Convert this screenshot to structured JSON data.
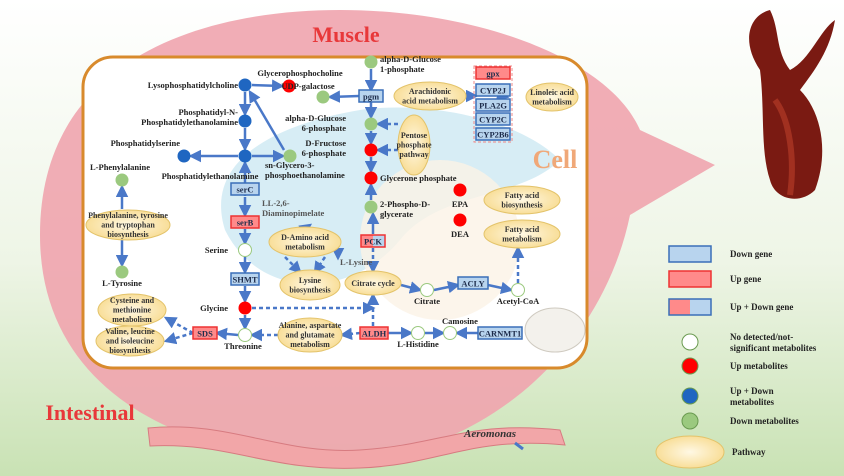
{
  "titles": {
    "muscle": "Muscle",
    "cell": "Cell",
    "intestinal": "Intestinal",
    "aeromonas": "Aeromonas"
  },
  "colors": {
    "up": "#ff0000",
    "down": "#9bc97f",
    "updown": "#1f66c1",
    "none": "#ffffff",
    "gene_up": "#ff8a8a",
    "gene_down": "#b8d4ee",
    "pathway": "#fbe3a0",
    "muscle_bg": "#efa4ae",
    "panel_border": "#d88a2c",
    "edge": "#4a78c8"
  },
  "metabolites": [
    {
      "label": [
        "Lysophosphatidylcholine"
      ],
      "status": "updown"
    },
    {
      "label": [
        "Glycerophosphocholine"
      ],
      "status": "up"
    },
    {
      "label": [
        "Phosphatidyl-N-",
        "Phosphatidylethanolamine"
      ],
      "status": "updown"
    },
    {
      "label": [
        "Phosphatidylserine"
      ],
      "status": "updown"
    },
    {
      "label": [
        "Phosphatidylethanolamine"
      ],
      "status": "updown"
    },
    {
      "label": [
        "sn-Glycero-3-",
        "phosphoethanolamine"
      ],
      "status": "down"
    },
    {
      "label": [
        "L-Phenylalanine"
      ],
      "status": "down"
    },
    {
      "label": [
        "L-Tyrosine"
      ],
      "status": "down"
    },
    {
      "label": [
        "UDP-galactose"
      ],
      "status": "down"
    },
    {
      "label": [
        "alpha-D-Glucose",
        "1-phosphate"
      ],
      "status": "down"
    },
    {
      "label": [
        "alpha-D-Glucose",
        "6-phosphate"
      ],
      "status": "down"
    },
    {
      "label": [
        "D-Fructose",
        "6-phosphate"
      ],
      "status": "up"
    },
    {
      "label": [
        "Glycerone phosphate"
      ],
      "status": "up"
    },
    {
      "label": [
        "2-Phospho-D-",
        "glycerate"
      ],
      "status": "down"
    },
    {
      "label": [
        "EPA"
      ],
      "status": "up"
    },
    {
      "label": [
        "DEA"
      ],
      "status": "up"
    },
    {
      "label": [
        "Serine"
      ],
      "status": "none"
    },
    {
      "label": [
        "Glycine"
      ],
      "status": "up"
    },
    {
      "label": [
        "Threonine"
      ],
      "status": "none"
    },
    {
      "label": [
        "Citrate"
      ],
      "status": "none"
    },
    {
      "label": [
        "Acetyl-CoA"
      ],
      "status": "none"
    },
    {
      "label": [
        "L-Histidine"
      ],
      "status": "none"
    },
    {
      "label": [
        "Camosine"
      ],
      "status": "none"
    }
  ],
  "genes": [
    {
      "label": "serC",
      "status": "down"
    },
    {
      "label": "serB",
      "status": "up"
    },
    {
      "label": "SHMT",
      "status": "down"
    },
    {
      "label": "SDS",
      "status": "up"
    },
    {
      "label": "pgm",
      "status": "down"
    },
    {
      "label": "PCK",
      "status": "updown"
    },
    {
      "label": "ACLY",
      "status": "down"
    },
    {
      "label": "ALDH",
      "status": "up"
    },
    {
      "label": "CARNMT1",
      "status": "down"
    },
    {
      "label": "gpx",
      "status": "up"
    },
    {
      "label": "CYP2J",
      "status": "down"
    },
    {
      "label": "PLA2G",
      "status": "down"
    },
    {
      "label": "CYP2C",
      "status": "down"
    },
    {
      "label": "CYP2B6",
      "status": "down"
    }
  ],
  "pathways": [
    {
      "label": [
        "Phenylalanine, tyrosine",
        "and tryptophan",
        "biosynthesis"
      ]
    },
    {
      "label": [
        "D-Amino acid",
        "metabolism"
      ]
    },
    {
      "label": [
        "Lysine",
        "biosynthesis"
      ]
    },
    {
      "label": [
        "Citrate cycle"
      ]
    },
    {
      "label": [
        "Alanine, aspartate",
        "and glutamate",
        "metabolism"
      ]
    },
    {
      "label": [
        "Cysteine and",
        "methionine",
        "metabolism"
      ]
    },
    {
      "label": [
        "Valine, leucine",
        "and isoleucine",
        "biosynthesis"
      ]
    },
    {
      "label": [
        "Arachidonic",
        "acid metabolism"
      ]
    },
    {
      "label": [
        "Pentose",
        "phosphate",
        "pathway"
      ]
    },
    {
      "label": [
        "Linoleic acid",
        "metabolism"
      ]
    },
    {
      "label": [
        "Fatty acid",
        "biosynthesis"
      ]
    },
    {
      "label": [
        "Fatty acid",
        "metabolism"
      ]
    }
  ],
  "labels": [
    {
      "label": [
        "LL-2,6-",
        "Diaminopimelate"
      ]
    },
    {
      "label": [
        "L-Lysine"
      ]
    }
  ],
  "legend": [
    {
      "kind": "gene_down",
      "label": [
        "Down gene"
      ]
    },
    {
      "kind": "gene_up",
      "label": [
        "Up gene"
      ]
    },
    {
      "kind": "gene_updown",
      "label": [
        "Up + Down gene"
      ]
    },
    {
      "kind": "none",
      "label": [
        "No detected/not-",
        "significant metabolites"
      ]
    },
    {
      "kind": "up",
      "label": [
        "Up metabolites"
      ]
    },
    {
      "kind": "updown",
      "label": [
        "Up + Down",
        "metabolites"
      ]
    },
    {
      "kind": "down",
      "label": [
        "Down metabolites"
      ]
    },
    {
      "kind": "pathway",
      "label": [
        "Pathway"
      ]
    }
  ]
}
